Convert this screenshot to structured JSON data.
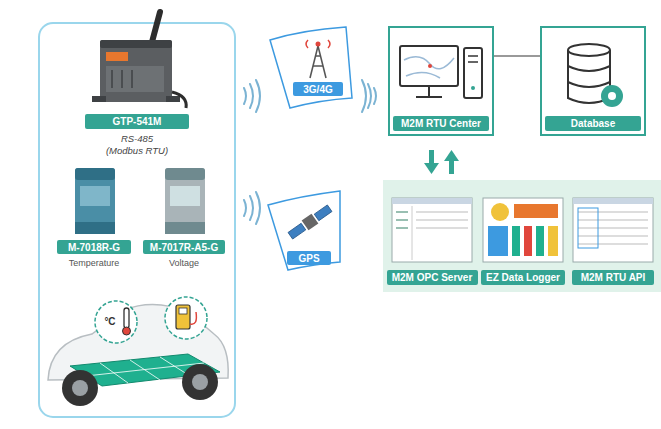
{
  "diagram": {
    "nodes": [
      {
        "text": [
          "GTP-541M"
        ]
      },
      {
        "text": [
          "M-7018R-G",
          "Temperature"
        ]
      },
      {
        "text": [
          "M-7017R-A5-G",
          "Voltage"
        ]
      },
      {
        "text": [
          "3G/4G"
        ]
      },
      {
        "text": [
          "GPS"
        ]
      },
      {
        "text": [
          "M2M RTU Center"
        ]
      },
      {
        "text": [
          "Database"
        ]
      },
      {
        "text": [
          "M2M OPC Server"
        ]
      },
      {
        "text": [
          "EZ Data Logger"
        ]
      },
      {
        "text": [
          "M2M RTU API"
        ]
      }
    ],
    "edges": [
      {
        "from": 5,
        "to": 6,
        "arrow": "none"
      }
    ],
    "labels": [
      "RS-485",
      "(Modbus RTU)",
      "°C"
    ]
  }
}
